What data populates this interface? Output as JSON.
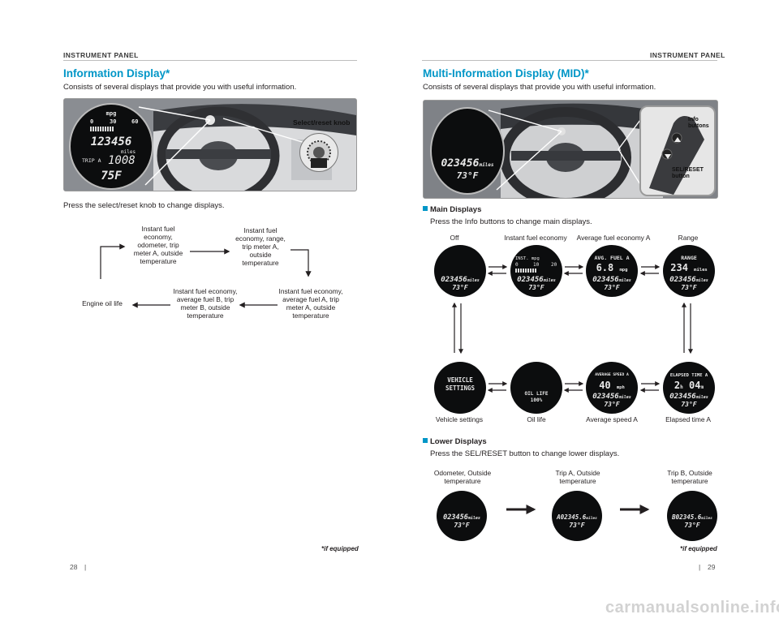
{
  "left": {
    "header": "INSTRUMENT PANEL",
    "title": "Information Display*",
    "subtitle": "Consists of several displays that provide you with useful information.",
    "photo": {
      "knob_label": "Select/reset knob",
      "display": {
        "unit_mpg": "mpg",
        "scale_0": "0",
        "scale_30": "30",
        "scale_60": "60",
        "odometer": "123456",
        "odometer_unit": "miles",
        "trip_label": "TRIP A",
        "trip_value": "1008",
        "temp": "75F"
      }
    },
    "instruction": "Press the select/reset knob to change displays.",
    "flow": {
      "box1": "Instant fuel economy, odometer, trip meter A, outside temperature",
      "box2": "Instant fuel economy, range, trip meter A, outside temperature",
      "box3": "Instant fuel economy, average fuel A, trip meter A, outside temperature",
      "box4": "Instant fuel economy, average fuel B, trip meter B, outside temperature",
      "box5": "Engine oil life"
    },
    "footnote": "*if equipped",
    "page_number": "28",
    "page_sep": "|"
  },
  "right": {
    "header": "INSTRUMENT PANEL",
    "title": "Multi-Information Display (MID)*",
    "subtitle": "Consists of several displays that provide you with useful information.",
    "photo": {
      "info_label": "Info buttons",
      "sel_label": "SEL/RESET button",
      "display": {
        "odometer": "023456",
        "unit": "miles",
        "temp": "73°F"
      }
    },
    "main": {
      "heading": "Main Displays",
      "instruction": "Press the Info buttons to change main displays.",
      "top_labels": [
        "Off",
        "Instant fuel economy",
        "Average fuel economy A",
        "Range"
      ],
      "bottom_labels": [
        "Vehicle settings",
        "Oil life",
        "Average speed A",
        "Elapsed time A"
      ],
      "displays": {
        "odo": "023456",
        "odo_unit": "miles",
        "temp": "73°F",
        "inst_title": "INST. mpg",
        "inst_0": "0",
        "inst_10": "10",
        "inst_20": "20",
        "avg_title": "AVG. FUEL A",
        "avg_value": "6.8",
        "avg_unit": "mpg",
        "range_title": "RANGE",
        "range_value": "234",
        "range_unit": "miles",
        "veh_line1": "VEHICLE",
        "veh_line2": "SETTINGS",
        "oil_title": "OIL LIFE",
        "oil_value": "100%",
        "speed_title": "AVERAGE SPEED A",
        "speed_value": "40",
        "speed_unit": "mph",
        "elapsed_title": "ELAPSED TIME A",
        "elapsed_h": "2",
        "elapsed_h_unit": "h",
        "elapsed_m": "04",
        "elapsed_m_unit": "m"
      }
    },
    "lower": {
      "heading": "Lower Displays",
      "instruction": "Press the SEL/RESET button to change lower displays.",
      "labels": [
        "Odometer, Outside temperature",
        "Trip A, Outside temperature",
        "Trip B, Outside temperature"
      ],
      "displays": [
        {
          "main": "023456",
          "unit": "miles",
          "temp": "73°F"
        },
        {
          "main": "A02345.6",
          "unit": "miles",
          "temp": "73°F"
        },
        {
          "main": "B02345.6",
          "unit": "miles",
          "temp": "73°F"
        }
      ]
    },
    "footnote": "*if equipped",
    "page_number": "29",
    "page_sep": "|"
  },
  "watermark": "carmanualsonline.info"
}
